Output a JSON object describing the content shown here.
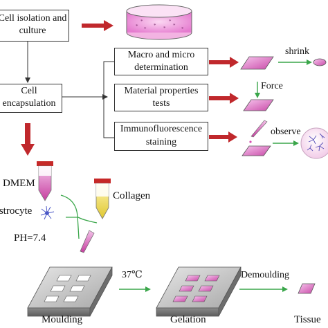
{
  "steps": {
    "isolation": [
      "Cell isolation and",
      "culture"
    ],
    "encapsulation": [
      "Cell",
      "encapsulation"
    ],
    "macro": [
      "Macro and micro",
      "determination"
    ],
    "material": [
      "Material properties",
      "tests"
    ],
    "immuno": [
      "Immunofluorescence",
      "staining"
    ]
  },
  "arrow_labels": {
    "shrink": "shrink",
    "force": "Force",
    "observe": "observe",
    "temperature": "37℃",
    "demoulding": "Demoulding"
  },
  "reagents": {
    "dmem": "DMEM",
    "collagen": "Collagen",
    "astrocyte": "Astrocyte",
    "ph": "PH=7.4"
  },
  "stages": {
    "moulding": "Moulding",
    "gelation": "Gelation",
    "tissue": "Tissue"
  },
  "colors": {
    "red_arrow": "#c0282c",
    "green_arrow": "#3aa64a",
    "magenta": "#d64fb0",
    "light_magenta": "#e9a3dc",
    "yellow": "#e8d84a",
    "mould_gray": "#8c8c8c",
    "astrocyte_blue": "#4a57c6"
  }
}
